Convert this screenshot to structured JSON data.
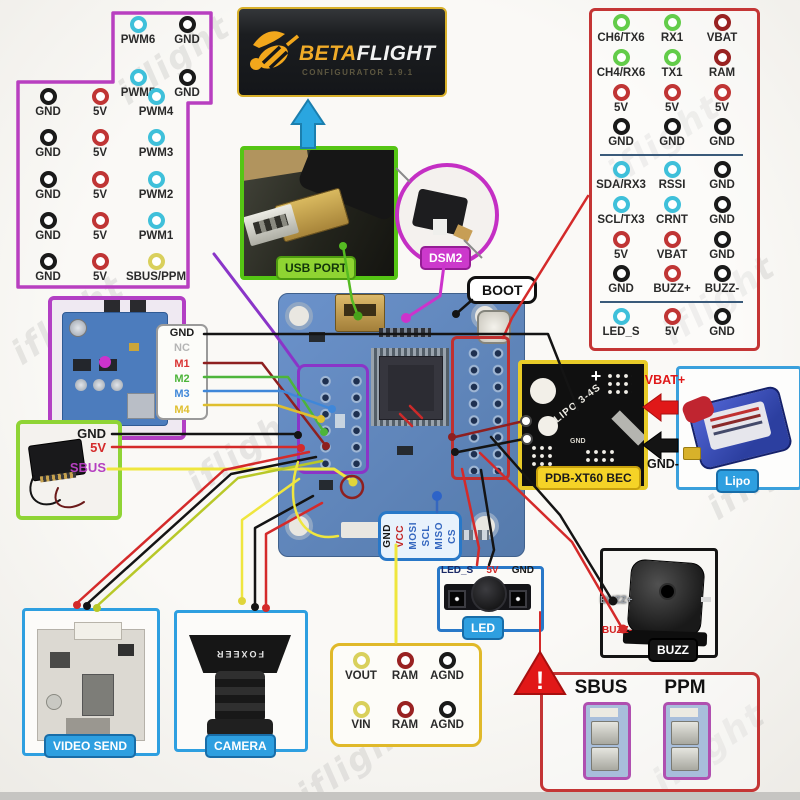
{
  "watermark": "iflight",
  "header": {
    "brand_left": "BETA",
    "brand_right": "FLIGHT",
    "subtitle": "CONFIGURATOR 1.9.1"
  },
  "usb": {
    "label": "USB PORT"
  },
  "dsm2": {
    "label": "DSM2"
  },
  "boot": {
    "label": "BOOT"
  },
  "pwm_box": {
    "top_rows": [
      {
        "cells": [
          {
            "t": "PWM6",
            "c": "cyan"
          },
          {
            "t": "GND",
            "c": "black"
          }
        ]
      },
      {
        "cells": [
          {
            "t": "PWM5",
            "c": "cyan"
          },
          {
            "t": "GND",
            "c": "black"
          }
        ]
      }
    ],
    "main_rows": [
      {
        "cells": [
          {
            "t": "GND",
            "c": "black"
          },
          {
            "t": "5V",
            "c": "red"
          },
          {
            "t": "PWM4",
            "c": "cyan"
          }
        ]
      },
      {
        "cells": [
          {
            "t": "GND",
            "c": "black"
          },
          {
            "t": "5V",
            "c": "red"
          },
          {
            "t": "PWM3",
            "c": "cyan"
          }
        ]
      },
      {
        "cells": [
          {
            "t": "GND",
            "c": "black"
          },
          {
            "t": "5V",
            "c": "red"
          },
          {
            "t": "PWM2",
            "c": "cyan"
          }
        ]
      },
      {
        "cells": [
          {
            "t": "GND",
            "c": "black"
          },
          {
            "t": "5V",
            "c": "red"
          },
          {
            "t": "PWM1",
            "c": "cyan"
          }
        ]
      },
      {
        "cells": [
          {
            "t": "GND",
            "c": "black"
          },
          {
            "t": "5V",
            "c": "red"
          },
          {
            "t": "SBUS/PPM",
            "c": "yellow"
          }
        ]
      }
    ]
  },
  "right_box": {
    "rows": [
      {
        "cells": [
          {
            "t": "CH6/TX6",
            "c": "green"
          },
          {
            "t": "RX1",
            "c": "green"
          },
          {
            "t": "VBAT",
            "c": "darkred"
          }
        ]
      },
      {
        "cells": [
          {
            "t": "CH4/RX6",
            "c": "green"
          },
          {
            "t": "TX1",
            "c": "green"
          },
          {
            "t": "RAM",
            "c": "darkred"
          }
        ]
      },
      {
        "cells": [
          {
            "t": "5V",
            "c": "red"
          },
          {
            "t": "5V",
            "c": "red"
          },
          {
            "t": "5V",
            "c": "red"
          }
        ]
      },
      {
        "cells": [
          {
            "t": "GND",
            "c": "black"
          },
          {
            "t": "GND",
            "c": "black"
          },
          {
            "t": "GND",
            "c": "black"
          }
        ]
      },
      {
        "divider": true
      },
      {
        "cells": [
          {
            "t": "SDA/RX3",
            "c": "cyan"
          },
          {
            "t": "RSSI",
            "c": "cyan"
          },
          {
            "t": "GND",
            "c": "black"
          }
        ]
      },
      {
        "cells": [
          {
            "t": "SCL/TX3",
            "c": "cyan"
          },
          {
            "t": "CRNT",
            "c": "cyan"
          },
          {
            "t": "GND",
            "c": "black"
          }
        ]
      },
      {
        "cells": [
          {
            "t": "5V",
            "c": "red"
          },
          {
            "t": "VBAT",
            "c": "red"
          },
          {
            "t": "GND",
            "c": "black"
          }
        ]
      },
      {
        "cells": [
          {
            "t": "GND",
            "c": "black"
          },
          {
            "t": "BUZZ+",
            "c": "red"
          },
          {
            "t": "BUZZ-",
            "c": "black"
          }
        ]
      },
      {
        "divider": true
      },
      {
        "cells": [
          {
            "t": "LED_S",
            "c": "cyan"
          },
          {
            "t": "5V",
            "c": "red"
          },
          {
            "t": "GND",
            "c": "black"
          }
        ]
      }
    ]
  },
  "esc": {
    "pins": [
      {
        "t": "GND",
        "c": "#1a1a1a"
      },
      {
        "t": "NC",
        "c": "#b5b5b5"
      },
      {
        "t": "M1",
        "c": "#d93434"
      },
      {
        "t": "M2",
        "c": "#4db53a"
      },
      {
        "t": "M3",
        "c": "#3f87d9"
      },
      {
        "t": "M4",
        "c": "#dfbf2e"
      }
    ]
  },
  "receiver": {
    "gnd": "GND",
    "v5": "5V",
    "sbus": "SBUS"
  },
  "pdb": {
    "label": "PDB-XT60 BEC",
    "board_text": "LIPO 3-4S",
    "gnd_text": "GND",
    "plus": "+"
  },
  "battery": {
    "label": "Lipo",
    "vbat": "VBAT+",
    "gnd": "GND-"
  },
  "buzzer": {
    "label": "BUZZ",
    "pos": "BUZZ+",
    "neg": "BUZZ-"
  },
  "led": {
    "label": "LED",
    "pins": [
      {
        "t": "LED_S",
        "c": "#1c2a66"
      },
      {
        "t": "5V",
        "c": "#d22828"
      },
      {
        "t": "GND",
        "c": "#1a1a1a"
      }
    ]
  },
  "spi": {
    "pins": [
      {
        "t": "GND",
        "c": "#141414"
      },
      {
        "t": "VCC",
        "c": "#c22424"
      },
      {
        "t": "MOSI",
        "c": "#3567bf"
      },
      {
        "t": "SCL",
        "c": "#3567bf"
      },
      {
        "t": "MISO",
        "c": "#3567bf"
      },
      {
        "t": "CS",
        "c": "#3567bf"
      }
    ]
  },
  "analog_box": {
    "rows": [
      {
        "cells": [
          {
            "t": "VOUT",
            "c": "yellow"
          },
          {
            "t": "RAM",
            "c": "darkred"
          },
          {
            "t": "AGND",
            "c": "black"
          }
        ]
      },
      {
        "cells": [
          {
            "t": "VIN",
            "c": "yellow"
          },
          {
            "t": "RAM",
            "c": "darkred"
          },
          {
            "t": "AGND",
            "c": "black"
          }
        ]
      }
    ]
  },
  "video": {
    "label": "VIDEO SEND"
  },
  "camera": {
    "label": "CAMERA",
    "brand": "FOXEER"
  },
  "rx_modes": {
    "sbus": "SBUS",
    "ppm": "PPM",
    "warning": "!"
  }
}
